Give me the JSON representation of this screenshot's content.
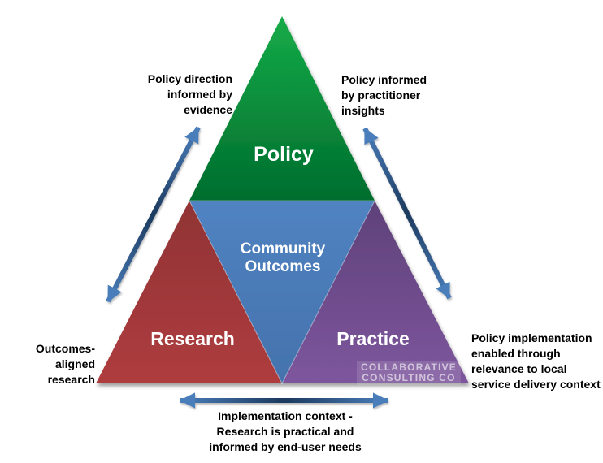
{
  "diagram": {
    "sections": {
      "policy": {
        "label": "Policy"
      },
      "research": {
        "label": "Research"
      },
      "practice": {
        "label": "Practice"
      },
      "community_outcomes": {
        "label": "Community\nOutcomes"
      }
    },
    "annotations": {
      "top_left": "Policy direction\ninformed by\nevidence",
      "top_right": "Policy informed\nby practitioner\ninsights",
      "left": "Outcomes-aligned\nresearch",
      "right": "Policy implementation\nenabled through\nrelevance to local\nservice delivery context",
      "bottom": "Implementation context -\nResearch is practical and\ninformed by end-user needs"
    },
    "watermark": "COLLABORATIVE\nCONSULTING CO"
  },
  "colors": {
    "green_top": "#15AB48",
    "green_bottom": "#006D2E",
    "blue_top": "#5183C2",
    "blue_bottom": "#4372AC",
    "red_top": "#903335",
    "red_bottom": "#AE3C3E",
    "purple_top": "#5F4179",
    "purple_bottom": "#7D569D",
    "arrow_light": "#4A7EBB",
    "arrow_dark": "#1C3A5E"
  }
}
